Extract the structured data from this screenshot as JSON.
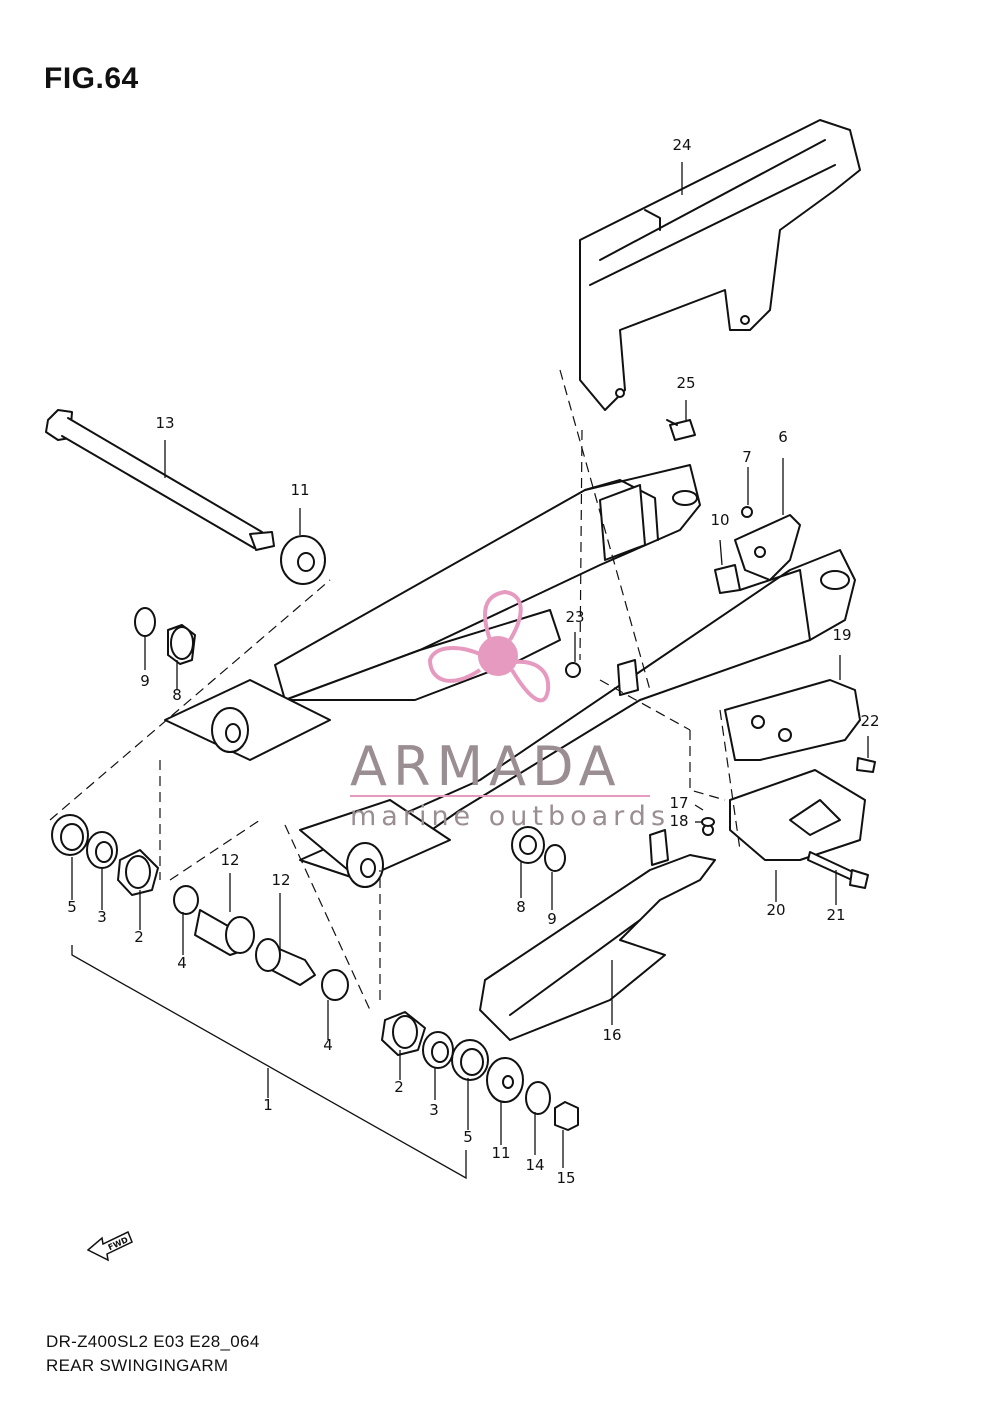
{
  "figure": {
    "title": "FIG.64",
    "model_code": "DR-Z400SL2 E03 E28_064",
    "section_name": "REAR SWINGINGARM",
    "fwd_label": "FWD"
  },
  "watermark": {
    "brand": "ARMADA",
    "tagline": "marine outboards",
    "color_text": "#9a8e93",
    "color_logo": "#e79ac0"
  },
  "callouts": [
    "1",
    "2",
    "2",
    "3",
    "3",
    "4",
    "4",
    "5",
    "5",
    "6",
    "7",
    "8",
    "8",
    "9",
    "9",
    "10",
    "11",
    "11",
    "12",
    "12",
    "13",
    "14",
    "15",
    "16",
    "17",
    "18",
    "19",
    "20",
    "21",
    "22",
    "23",
    "24",
    "25"
  ]
}
